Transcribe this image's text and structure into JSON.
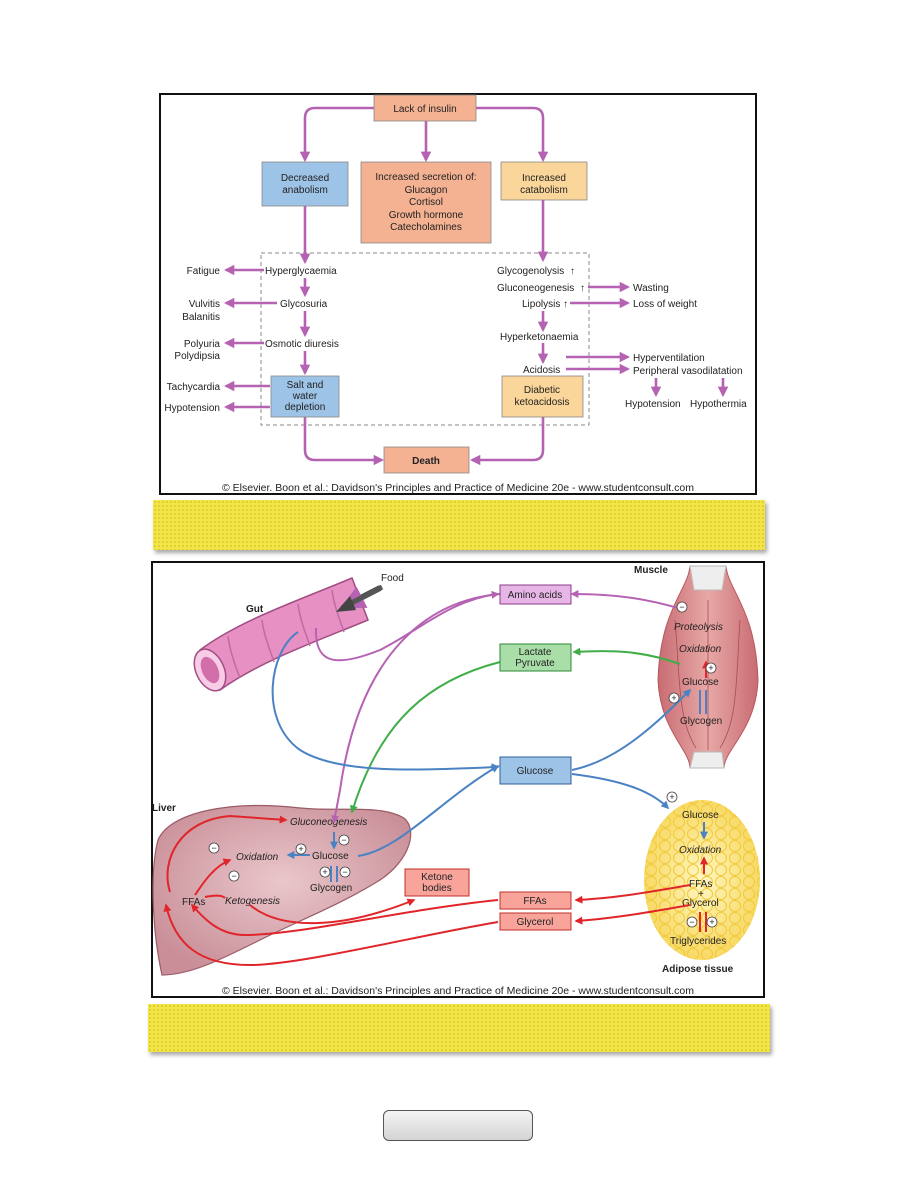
{
  "diagram1": {
    "top_box": "Lack of insulin",
    "left_box": [
      "Decreased",
      "anabolism"
    ],
    "center_box": [
      "Increased secretion of:",
      "Glucagon",
      "Cortisol",
      "Growth hormone",
      "Catecholamines"
    ],
    "right_box": [
      "Increased",
      "catabolism"
    ],
    "left_chain": [
      "Hyperglycaemia",
      "Glycosuria",
      "Osmotic diuresis"
    ],
    "salt_box": [
      "Salt and",
      "water",
      "depletion"
    ],
    "left_effects": {
      "fatigue": "Fatigue",
      "vulvitis": [
        "Vulvitis",
        "Balanitis"
      ],
      "polyuria": [
        "Polyuria",
        "Polydipsia"
      ],
      "tachycardia": "Tachycardia",
      "hypotension": "Hypotension"
    },
    "right_chain": [
      "Glycogenolysis",
      "Gluconeogenesis",
      "Lipolysis",
      "Hyperketonaemia",
      "Acidosis"
    ],
    "right_effects": [
      "Wasting",
      "Loss of weight",
      "Hyperventilation",
      "Peripheral vasodilatation",
      "Hypotension",
      "Hypothermia"
    ],
    "dka_box": [
      "Diabetic",
      "ketoacidosis"
    ],
    "death_box": "Death",
    "copyright": "© Elsevier. Boon et al.: Davidson's Principles and Practice of Medicine 20e - www.studentconsult.com",
    "colors": {
      "pathway": "#b562b3",
      "blue_box": "#9dc3e6",
      "orange_box": "#fbd69a",
      "salmon_box": "#f4b293"
    }
  },
  "diagram2": {
    "organs": {
      "gut": "Gut",
      "food": "Food",
      "muscle": "Muscle",
      "liver": "Liver",
      "adipose": "Adipose tissue"
    },
    "center_boxes": {
      "amino_acids": "Amino acids",
      "lactate_pyruvate": [
        "Lactate",
        "Pyruvate"
      ],
      "glucose": "Glucose",
      "ketone_bodies": [
        "Ketone",
        "bodies"
      ],
      "ffas": "FFAs",
      "glycerol": "Glycerol"
    },
    "muscle_labels": [
      "Proteolysis",
      "Oxidation",
      "Glucose",
      "Glycogen"
    ],
    "liver_labels": [
      "Gluconeogenesis",
      "Oxidation",
      "Glucose",
      "Glycogen",
      "FFAs",
      "Ketogenesis"
    ],
    "adipose_labels": [
      "Glucose",
      "Oxidation",
      "FFAs",
      "+",
      "Glycerol",
      "Triglycerides"
    ],
    "copyright": "© Elsevier. Boon et al.: Davidson's Principles and Practice of Medicine 20e - www.studentconsult.com",
    "colors": {
      "purple": "#b562b3",
      "green": "#3fae49",
      "blue": "#4a82c3",
      "red": "#e0262a"
    }
  }
}
